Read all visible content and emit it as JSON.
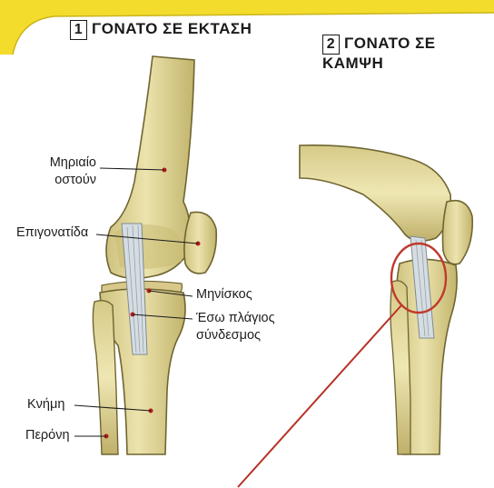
{
  "panel1": {
    "number": "1",
    "title": "ΓΟΝΑΤΟ ΣΕ ΕΚΤΑΣΗ"
  },
  "panel2": {
    "number": "2",
    "title": "ΓΟΝΑΤΟ ΣΕ ΚΑΜΨΗ"
  },
  "labels": {
    "femur_line1": "Μηριαίο",
    "femur_line2": "οστούν",
    "patella": "Επιγονατίδα",
    "meniscus": "Μηνίσκος",
    "ligament_line1": "Έσω πλάγιος",
    "ligament_line2": "σύνδεσμος",
    "tibia": "Κνήμη",
    "fibula": "Περόνη"
  },
  "colors": {
    "bone_fill": "#e6dca0",
    "bone_shade": "#b9ac63",
    "bone_outline": "#6f6531",
    "ligament": "#cfd7dc",
    "highlight_circle": "#c0392b",
    "banner": "#f3dc2b"
  }
}
